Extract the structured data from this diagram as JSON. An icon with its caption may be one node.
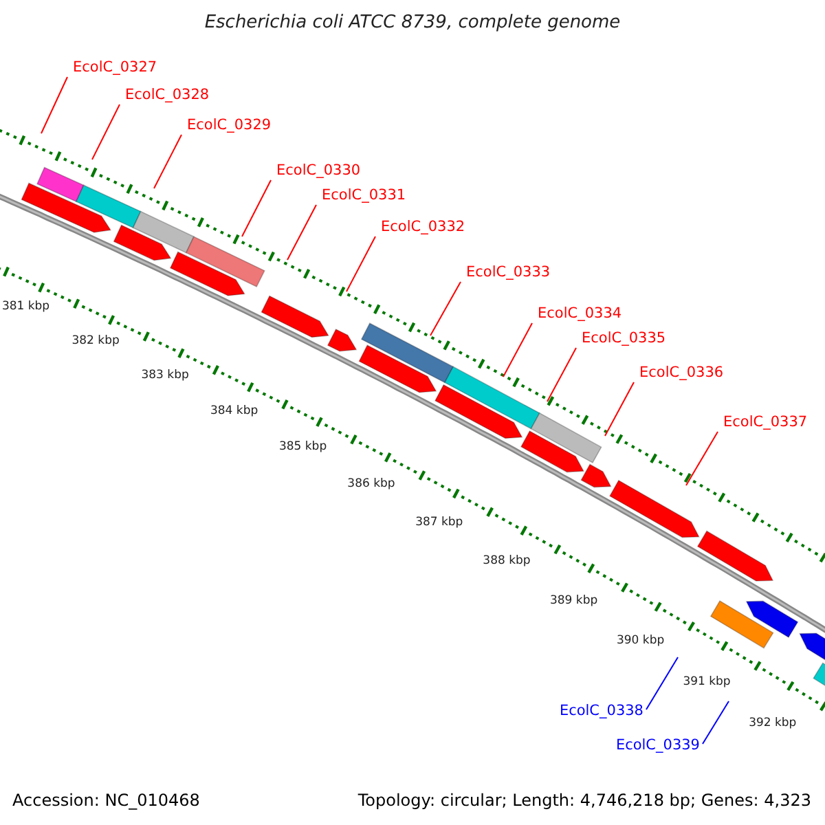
{
  "diagram": {
    "title": "Escherichia coli ATCC 8739, complete genome",
    "nodes": [
      {
        "text": [
          "EcolC_0327"
        ]
      },
      {
        "text": [
          "EcolC_0328"
        ]
      },
      {
        "text": [
          "EcolC_0329"
        ]
      },
      {
        "text": [
          "EcolC_0330"
        ]
      },
      {
        "text": [
          "EcolC_0331"
        ]
      },
      {
        "text": [
          "EcolC_0332"
        ]
      },
      {
        "text": [
          "EcolC_0333"
        ]
      },
      {
        "text": [
          "EcolC_0334"
        ]
      },
      {
        "text": [
          "EcolC_0335"
        ]
      },
      {
        "text": [
          "EcolC_0336"
        ]
      },
      {
        "text": [
          "EcolC_0337"
        ]
      },
      {
        "text": [
          "EcolC_0338"
        ]
      },
      {
        "text": [
          "EcolC_0339"
        ]
      }
    ],
    "edges": [
      {
        "from": 0,
        "to": null,
        "arrow": "none"
      },
      {
        "from": 1,
        "to": null,
        "arrow": "none"
      },
      {
        "from": 2,
        "to": null,
        "arrow": "none"
      },
      {
        "from": 3,
        "to": null,
        "arrow": "none"
      },
      {
        "from": 4,
        "to": null,
        "arrow": "none"
      },
      {
        "from": 5,
        "to": null,
        "arrow": "none"
      },
      {
        "from": 6,
        "to": null,
        "arrow": "none"
      },
      {
        "from": 7,
        "to": null,
        "arrow": "none"
      },
      {
        "from": 8,
        "to": null,
        "arrow": "none"
      },
      {
        "from": 9,
        "to": null,
        "arrow": "none"
      },
      {
        "from": 10,
        "to": null,
        "arrow": "none"
      },
      {
        "from": 11,
        "to": null,
        "arrow": "none",
        "color": "#0000ff"
      },
      {
        "from": 12,
        "to": null,
        "arrow": "none",
        "color": "#0000ff"
      }
    ],
    "labels": [
      "381 kbp",
      "382 kbp",
      "383 kbp",
      "384 kbp",
      "385 kbp",
      "386 kbp",
      "387 kbp",
      "388 kbp",
      "389 kbp",
      "390 kbp",
      "391 kbp",
      "392 kbp",
      "Accession: NC_010468",
      "Topology: circular; Length: 4,746,218 bp; Genes: 4,323"
    ]
  }
}
